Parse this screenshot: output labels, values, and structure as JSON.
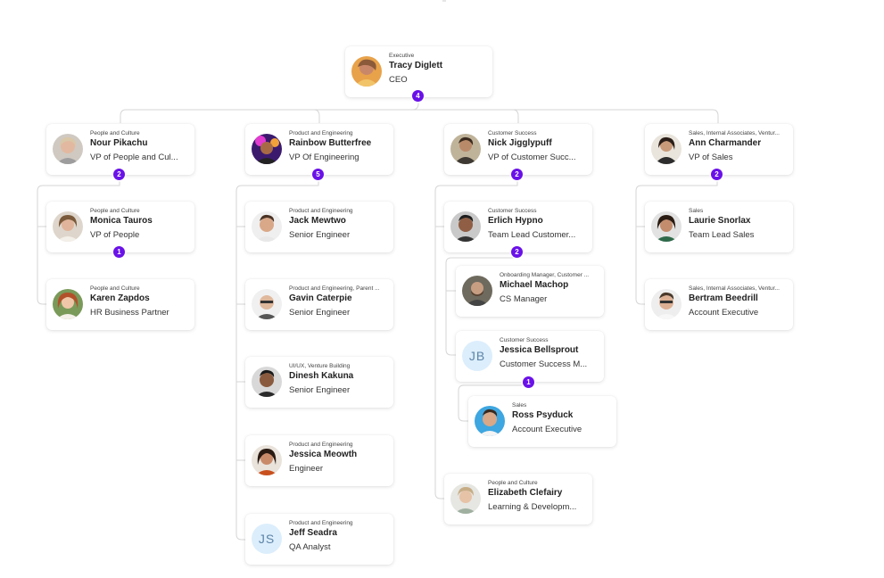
{
  "people": {
    "tracy": {
      "dept": "Executive",
      "name": "Tracy Diglett",
      "title": "CEO",
      "reports": "4"
    },
    "nour": {
      "dept": "People and Culture",
      "name": "Nour Pikachu",
      "title": "VP of People and Cul...",
      "reports": "2"
    },
    "rainbow": {
      "dept": "Product and Engineering",
      "name": "Rainbow Butterfree",
      "title": "VP Of Engineering",
      "reports": "5"
    },
    "nick": {
      "dept": "Customer Success",
      "name": "Nick Jigglypuff",
      "title": "VP of Customer Succ...",
      "reports": "2"
    },
    "ann": {
      "dept": "Sales, Internal Associates, Ventur...",
      "name": "Ann Charmander",
      "title": "VP of Sales",
      "reports": "2"
    },
    "monica": {
      "dept": "People and Culture",
      "name": "Monica Tauros",
      "title": "VP of People",
      "reports": "1"
    },
    "karen": {
      "dept": "People and Culture",
      "name": "Karen Zapdos",
      "title": "HR Business Partner"
    },
    "jack": {
      "dept": "Product and Engineering",
      "name": "Jack Mewtwo",
      "title": "Senior Engineer"
    },
    "gavin": {
      "dept": "Product and Engineering, Parent ...",
      "name": "Gavin Caterpie",
      "title": "Senior Engineer"
    },
    "dinesh": {
      "dept": "UI/UX, Venture Building",
      "name": "Dinesh Kakuna",
      "title": "Senior Engineer"
    },
    "jessicam": {
      "dept": "Product and Engineering",
      "name": "Jessica Meowth",
      "title": "Engineer"
    },
    "jeff": {
      "dept": "Product and Engineering",
      "name": "Jeff Seadra",
      "title": "QA Analyst",
      "initials": "JS"
    },
    "erlich": {
      "dept": "Customer Success",
      "name": "Erlich Hypno",
      "title": "Team Lead Customer...",
      "reports": "2"
    },
    "michael": {
      "dept": "Onboarding Manager, Customer ...",
      "name": "Michael Machop",
      "title": "CS Manager"
    },
    "jessicab": {
      "dept": "Customer Success",
      "name": "Jessica Bellsprout",
      "title": "Customer Success M...",
      "reports": "1",
      "initials": "JB"
    },
    "ross": {
      "dept": "Sales",
      "name": "Ross Psyduck",
      "title": "Account Executive"
    },
    "elizabeth": {
      "dept": "People and Culture",
      "name": "Elizabeth Clefairy",
      "title": "Learning & Developm..."
    },
    "laurie": {
      "dept": "Sales",
      "name": "Laurie Snorlax",
      "title": "Team Lead Sales"
    },
    "bertram": {
      "dept": "Sales, Internal Associates, Ventur...",
      "name": "Bertram Beedrill",
      "title": "Account Executive"
    }
  },
  "colors": {
    "accent": "#6a11e8",
    "connector": "#d6d6d6"
  }
}
